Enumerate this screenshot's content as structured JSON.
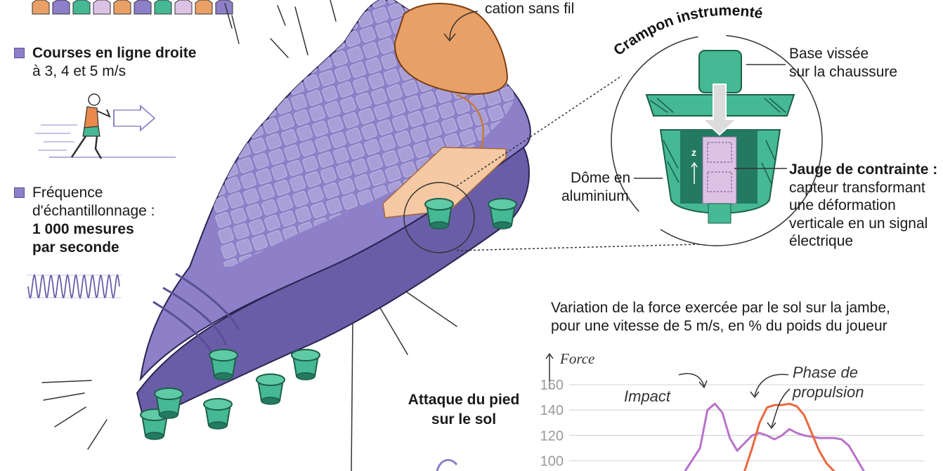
{
  "left_panel": {
    "item1": {
      "title": "Courses en ligne droite",
      "detail": "à 3, 4 et 5 m/s"
    },
    "item2": {
      "line1": "Fréquence",
      "line2": "d'échantillonnage :",
      "line3": "1 000 mesures",
      "line4": "par seconde"
    }
  },
  "shoe_label": {
    "wireless_fragment": "cation sans fil"
  },
  "crampon": {
    "title": "Crampon instrumenté",
    "base_line1": "Base vissée",
    "base_line2": "sur la chaussure",
    "dome_line1": "Dôme en",
    "dome_line2": "aluminium",
    "z_label": "z",
    "gauge_title": "Jauge de contrainte :",
    "gauge_line1": "capteur transformant",
    "gauge_line2": "une déformation",
    "gauge_line3": "verticale en un signal",
    "gauge_line4": "électrique"
  },
  "attack": {
    "line1": "Attaque du pied",
    "line2": "sur le sol"
  },
  "chart_caption": {
    "line1": "Variation de la force exercée par le sol sur la jambe,",
    "line2": "pour une vitesse de 5 m/s, en % du poids du joueur"
  },
  "chart_data": {
    "type": "line",
    "ylabel": "Force",
    "y_ticks": [
      "160",
      "140",
      "120",
      "100"
    ],
    "ylim": [
      92,
      170
    ],
    "grid": true,
    "annotations": [
      "Impact",
      "Phase de",
      "propulsion"
    ],
    "series": [
      {
        "color": "#b873c8",
        "x": [
          0,
          2,
          3,
          4,
          5,
          6,
          7,
          8,
          9,
          10,
          11,
          12,
          13,
          14,
          15,
          16,
          17,
          18,
          19,
          20,
          21,
          22,
          23,
          24
        ],
        "y": [
          92,
          110,
          140,
          145,
          138,
          118,
          108,
          114,
          120,
          122,
          120,
          117,
          120,
          125,
          122,
          120,
          119,
          118,
          118,
          118,
          117,
          112,
          102,
          92
        ]
      },
      {
        "color": "#e8683f",
        "x": [
          8,
          9,
          10,
          11,
          12,
          13,
          14,
          15,
          16,
          17,
          18,
          19,
          20
        ],
        "y": [
          92,
          110,
          130,
          142,
          144,
          144,
          145,
          143,
          136,
          122,
          108,
          98,
          92
        ]
      }
    ]
  },
  "colors": {
    "shoe": "#8d7fc8",
    "shoe_dark": "#6a5da8",
    "stud": "#45b894",
    "stud_dark": "#237a60",
    "sole_plate": "#f5c9a3",
    "orange": "#e9a066",
    "gauge": "#dcc3e6"
  }
}
